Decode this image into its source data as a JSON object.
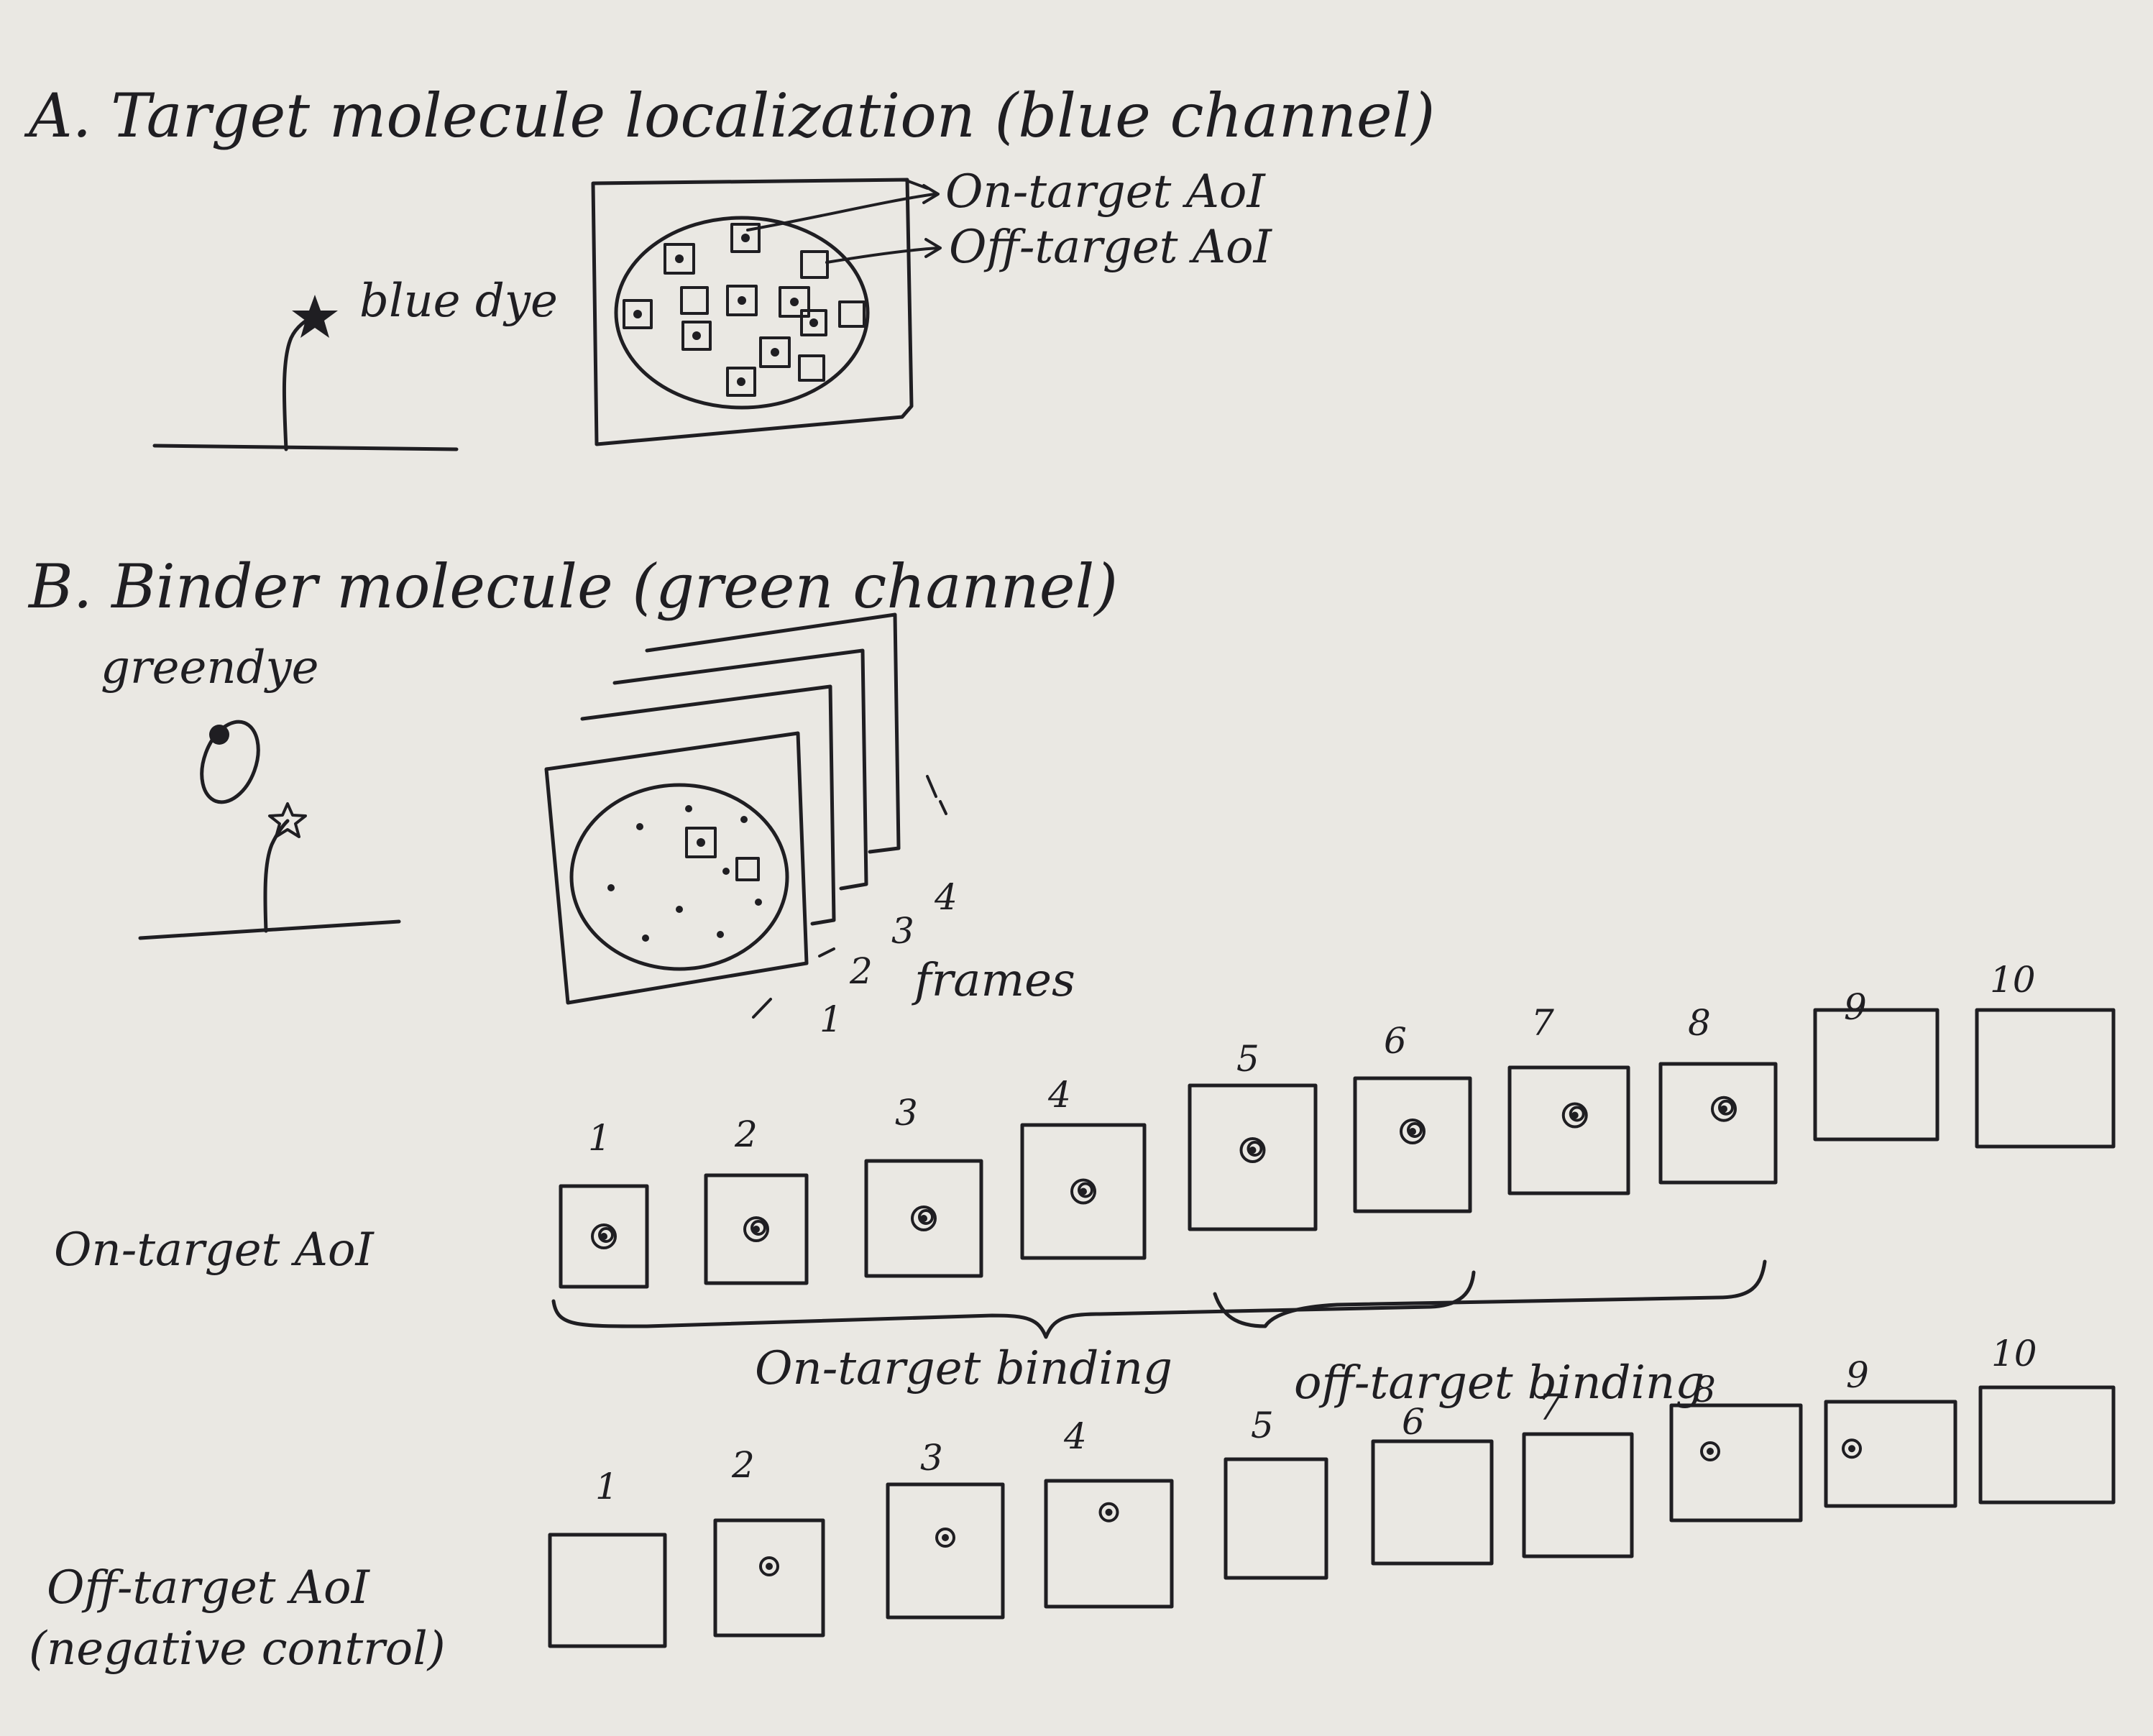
{
  "section_a": {
    "title": "A. Target molecule localization (blue channel)",
    "dye_label": "blue dye",
    "arrow_on": "On-target AoI",
    "arrow_off": "Off-target AoI"
  },
  "section_b": {
    "title": "B. Binder molecule (green channel)",
    "dye_label": "greendye",
    "stack_numbers": [
      "1",
      "2",
      "3",
      "4"
    ],
    "frames_label": "frames"
  },
  "on_target_row": {
    "label": "On-target AoI",
    "frame_numbers": [
      "1",
      "2",
      "3",
      "4",
      "5",
      "6",
      "7",
      "8",
      "9",
      "10"
    ],
    "spot_present": [
      true,
      true,
      true,
      true,
      true,
      true,
      true,
      true,
      false,
      false
    ]
  },
  "braces": {
    "on_target_binding": "On-target binding",
    "off_target_binding": "off-target binding"
  },
  "off_target_row": {
    "label_line1": "Off-target AoI",
    "label_line2": "(negative control)",
    "frame_numbers": [
      "1",
      "2",
      "3",
      "4",
      "5",
      "6",
      "7",
      "8",
      "9",
      "10"
    ],
    "spot_present": [
      false,
      true,
      true,
      true,
      false,
      false,
      false,
      true,
      true,
      false
    ]
  },
  "colors": {
    "ink": "#1f1e22",
    "paper": "#eae8e3"
  }
}
